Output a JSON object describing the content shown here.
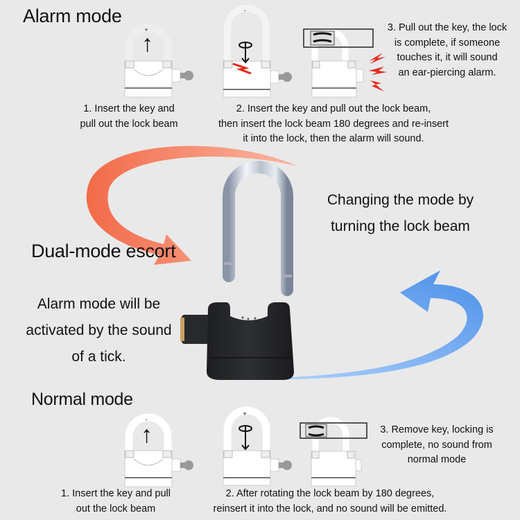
{
  "alarm_mode": {
    "title": "Alarm mode",
    "steps": [
      {
        "line1": "1. Insert the key and",
        "line2": "pull out the lock beam"
      },
      {
        "line1": "2. Insert the key and pull out the lock beam,",
        "line2": "then insert the lock beam 180 degrees and re-insert",
        "line3": "it into the lock, then the alarm will sound."
      },
      {
        "line1": "3. Pull out the key, the lock",
        "line2": "is complete, if someone",
        "line3": "touches it, it will sound",
        "line4": "an ear-piercing alarm."
      }
    ]
  },
  "center": {
    "dual_title": "Dual-mode escort",
    "changing": {
      "line1": "Changing the mode by",
      "line2": "turning the lock beam"
    },
    "activation": {
      "line1": "Alarm mode will be",
      "line2": "activated by the sound",
      "line3": "of a tick."
    },
    "arrow_colors": {
      "orange": "#f47c5c",
      "blue": "#5c9ef0"
    }
  },
  "normal_mode": {
    "title": "Normal mode",
    "steps": [
      {
        "line1": "1. Insert the key and pull",
        "line2": "out the lock beam"
      },
      {
        "line1": "2. After rotating the lock beam by 180 degrees,",
        "line2": "reinsert it into the lock, and no sound will be emitted."
      },
      {
        "line1": "3. Remove key, locking is",
        "line2": "complete, no sound from",
        "line3": "normal mode"
      }
    ]
  },
  "icons": [
    "padlock-diagram",
    "up-arrow-icon",
    "rotate-arrow-icon",
    "lightning-icon",
    "key-icon",
    "curved-arrow-icon"
  ]
}
